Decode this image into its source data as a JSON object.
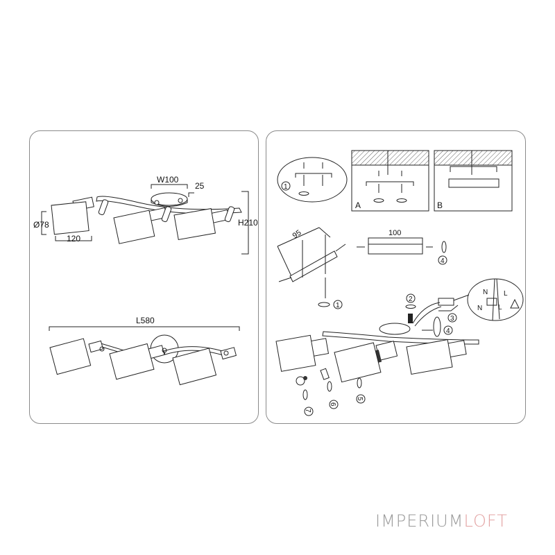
{
  "brand": {
    "part1": "IMPERIUM",
    "part2": "LOFT",
    "color1": "#9a9a9a",
    "color2": "#e3a3a3"
  },
  "left_panel": {
    "top_view": {
      "width_label": "W100",
      "depth_label": "25",
      "height_label": "H210",
      "diameter_label": "Ø78",
      "shade_length_label": "120"
    },
    "bottom_view": {
      "length_label": "L580"
    }
  },
  "right_panel": {
    "mount_detail": {
      "step": "1"
    },
    "variant_a": {
      "label": "A"
    },
    "variant_b": {
      "label": "B"
    },
    "bracket": {
      "width_label": "95",
      "step": "1"
    },
    "plate": {
      "width_label": "100",
      "step": "4"
    },
    "wiring": {
      "steps": [
        "2",
        "3",
        "4"
      ],
      "terminals": [
        "N",
        "L",
        "N",
        "L"
      ],
      "warning_icon": "high-voltage-icon"
    },
    "bulb_steps": [
      "7",
      "6",
      "5"
    ]
  }
}
